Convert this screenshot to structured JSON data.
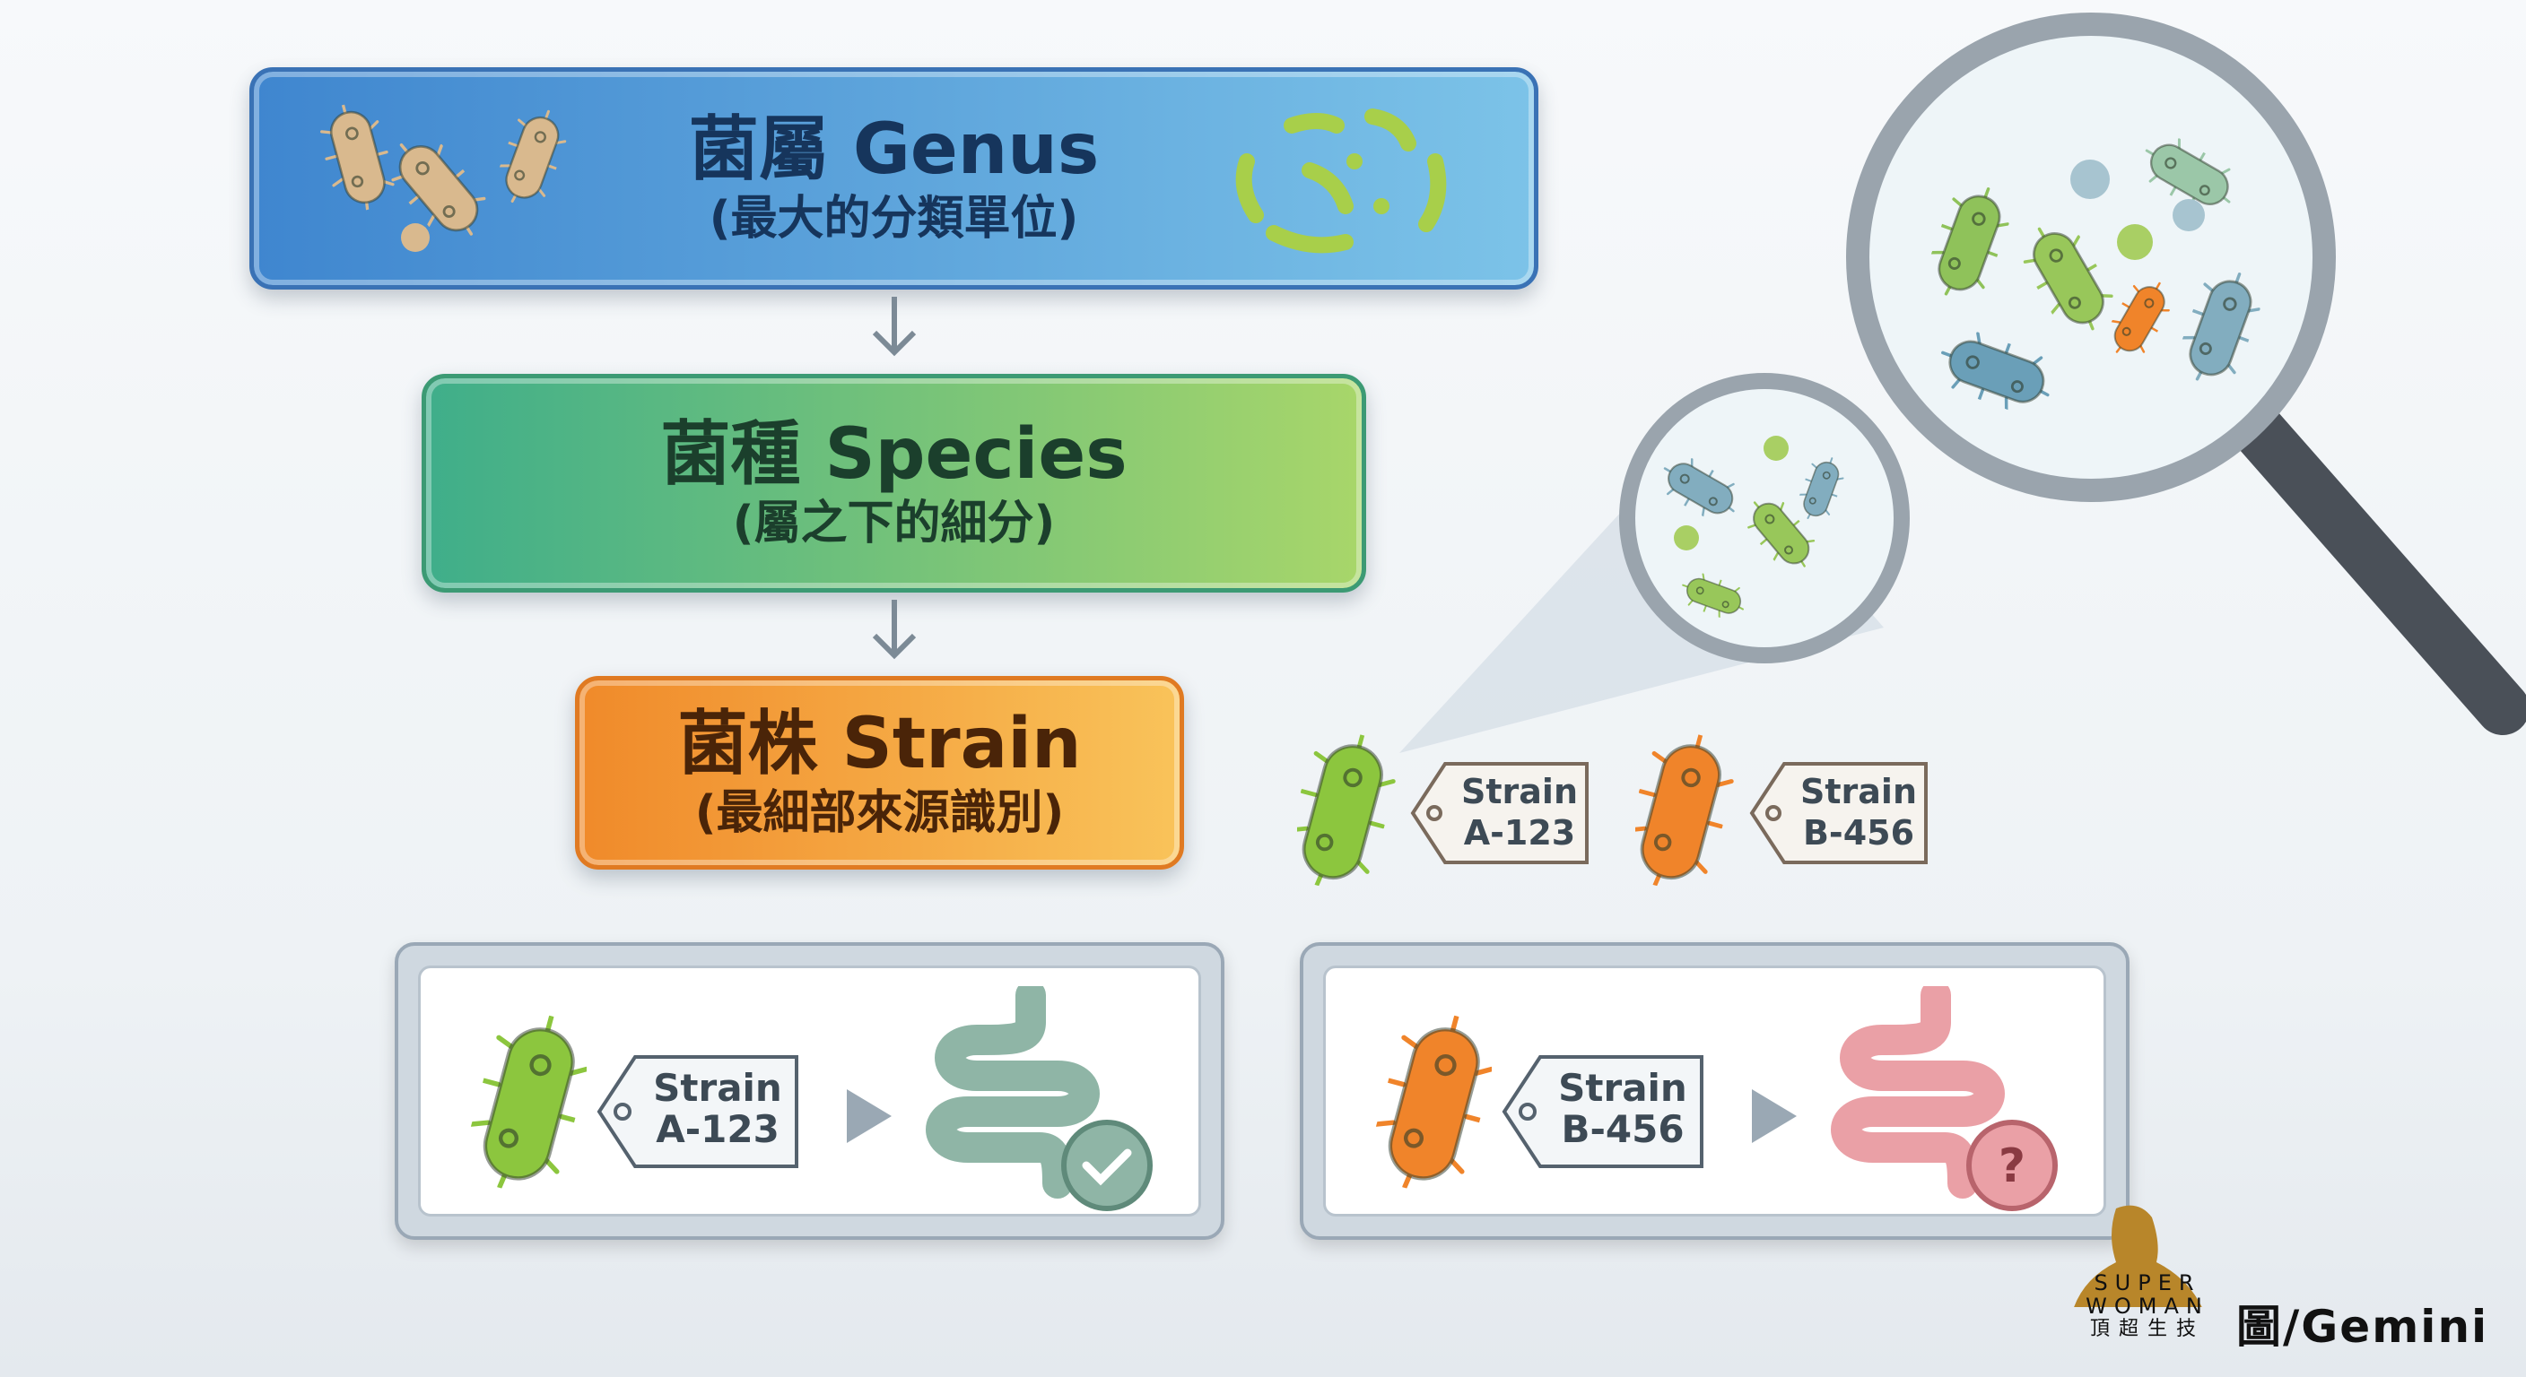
{
  "levels": {
    "genus": {
      "title": "菌屬 Genus",
      "subtitle": "(最大的分類單位)",
      "color": "#3f86cf"
    },
    "species": {
      "title": "菌種 Species",
      "subtitle": "(屬之下的細分)",
      "color": "#3fae8a"
    },
    "strain": {
      "title": "菌株 Strain",
      "subtitle": "(最細部來源識別)",
      "color": "#f08a2a"
    }
  },
  "tags": {
    "a": {
      "line1": "Strain",
      "line2": "A-123",
      "color": "#7cbf3a"
    },
    "b": {
      "line1": "Strain",
      "line2": "B-456",
      "color": "#f0822a"
    }
  },
  "outcomes": {
    "a": {
      "icon": "intestine-check-icon",
      "color": "#6fa08c"
    },
    "b": {
      "icon": "intestine-question-icon",
      "color": "#e07f86"
    }
  },
  "logo": {
    "line1": "SUPER",
    "line2": "WOMAN",
    "line3": "頂超生技"
  },
  "credit": "圖/Gemini"
}
